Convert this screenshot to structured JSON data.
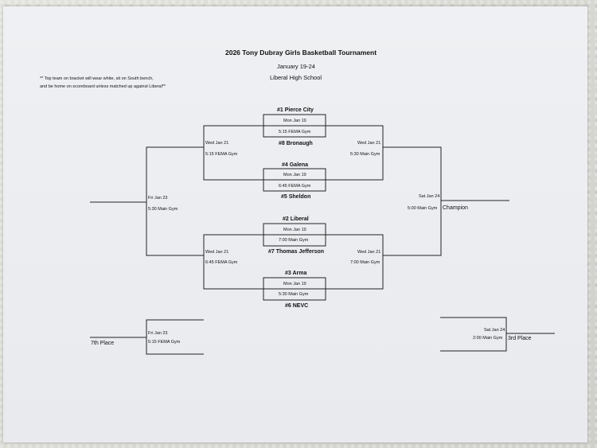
{
  "header": {
    "title": "2026 Tony Dubray Girls Basketball Tournament",
    "dates": "January 19-24",
    "venue": "Liberal High School"
  },
  "note": {
    "line1": "** Top team on bracket will wear white, sit on South bench,",
    "line2": "and be home on scoreboard unless matched up against Liberal**"
  },
  "round1": [
    {
      "top_team": "#1 Pierce City",
      "bottom_team": "#8 Bronaugh",
      "day": "Mon Jan 19",
      "time": "5:15 FEMA Gym"
    },
    {
      "top_team": "#4 Galena",
      "bottom_team": "#5 Sheldon",
      "day": "Mon Jan 19",
      "time": "6:45 FEMA Gym"
    },
    {
      "top_team": "#2 Liberal",
      "bottom_team": "#7 Thomas Jefferson",
      "day": "Mon Jan 19",
      "time": "7:00 Main Gym"
    },
    {
      "top_team": "#3 Arma",
      "bottom_team": "#6 NEVC",
      "day": "Mon Jan 19",
      "time": "5:30 Main Gym"
    }
  ],
  "consolation_semis": [
    {
      "day": "Wed Jan 21",
      "time": "5:15 FEMA Gym"
    },
    {
      "day": "Wed Jan 21",
      "time": "6:45 FEMA Gym"
    }
  ],
  "winner_semis": [
    {
      "day": "Wed Jan 21",
      "time": "5:30 Main Gym"
    },
    {
      "day": "Wed Jan 21",
      "time": "7:00 Main Gym"
    }
  ],
  "consolation_final": {
    "day": "Fri Jan 23",
    "time": "5:30 Main Gym"
  },
  "championship": {
    "day": "Sat Jan 24",
    "time": "5:00 Main Gym",
    "label": "Champion"
  },
  "seventh_place": {
    "day": "Fri Jan 23",
    "time": "5:15 FEMA Gym",
    "label": "7th Place"
  },
  "third_place": {
    "day": "Sat Jan 24",
    "time": "2:00 Main Gym",
    "label": "3rd Place"
  }
}
